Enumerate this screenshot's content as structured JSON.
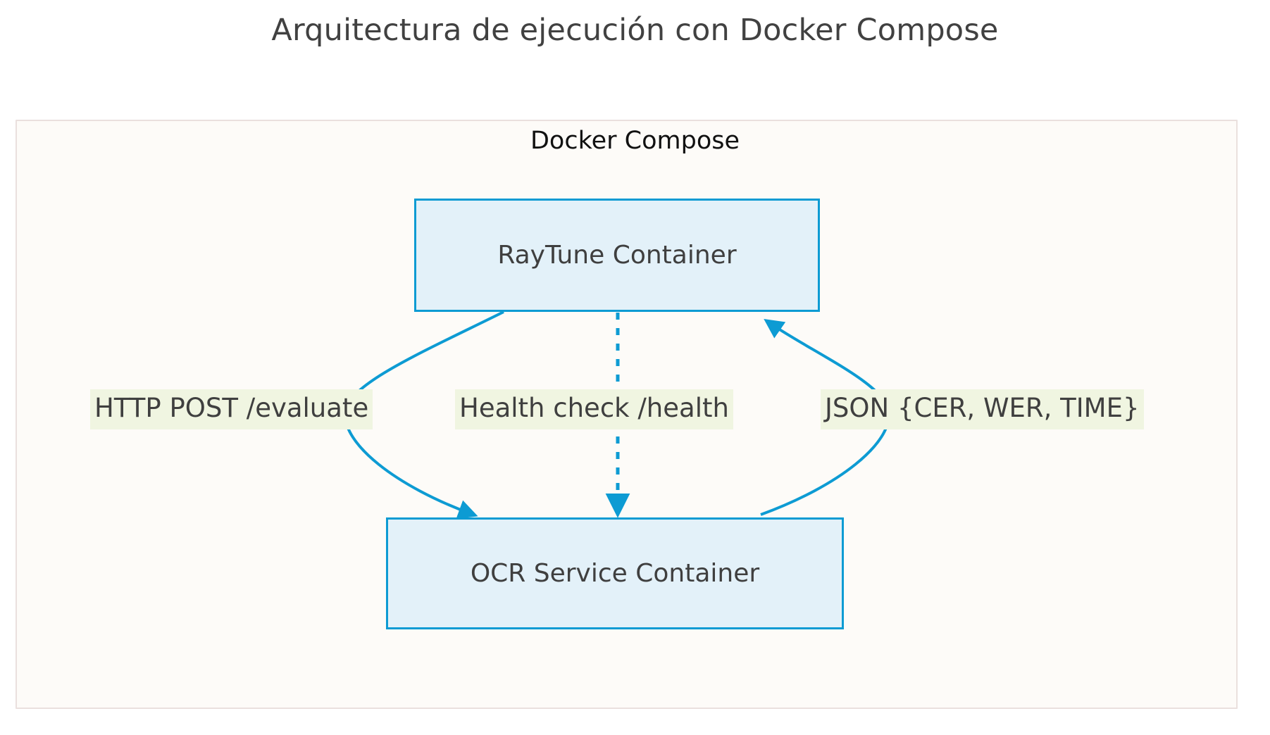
{
  "page": {
    "title": "Arquitectura de ejecución con Docker Compose",
    "background_color": "#ffffff"
  },
  "diagram": {
    "type": "flowchart",
    "direction": "top-down",
    "subgraph": {
      "label": "Docker Compose",
      "fill_color": "#fdfbf8",
      "border_color": "#eae0de"
    },
    "node_style": {
      "fill_color": "#e3f1f9",
      "border_color": "#0d9bd3",
      "text_color": "#3f3f3f"
    },
    "edge_style": {
      "line_color": "#0d9bd3",
      "label_background": "#f0f5e1",
      "label_text_color": "#3f3f3f"
    },
    "nodes": [
      {
        "id": "raytune",
        "label": "RayTune Container"
      },
      {
        "id": "ocr",
        "label": "OCR Service Container"
      }
    ],
    "edges": [
      {
        "id": "evaluate",
        "from": "raytune",
        "to": "ocr",
        "label": "HTTP POST /evaluate",
        "style": "solid",
        "arrow": "to"
      },
      {
        "id": "health",
        "from": "raytune",
        "to": "ocr",
        "label": "Health check /health",
        "style": "dotted",
        "arrow": "to"
      },
      {
        "id": "json",
        "from": "ocr",
        "to": "raytune",
        "label": "JSON {CER, WER, TIME}",
        "style": "solid",
        "arrow": "to"
      }
    ]
  }
}
